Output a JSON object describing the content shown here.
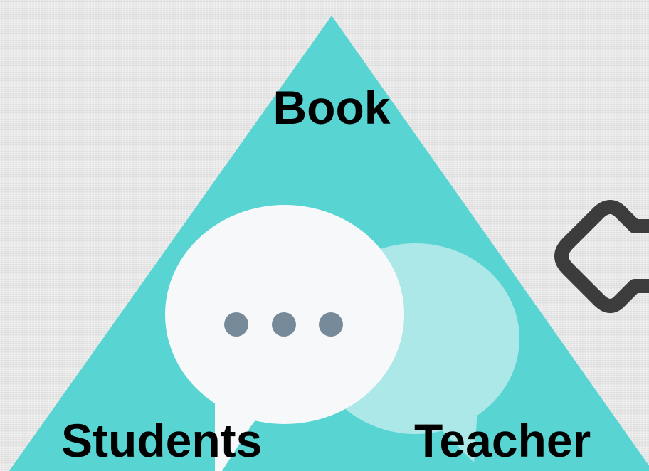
{
  "diagram": {
    "top_label": "Book",
    "bottom_left_label": "Students",
    "bottom_right_label": "Teacher"
  },
  "colors": {
    "triangle": "#58d4d3",
    "front_bubble": "#f7f8f9",
    "back_bubble": "#ace8e7",
    "dots": "#778a99",
    "arrow": "#3c3c3c"
  },
  "icons": {
    "center": "speech-bubbles-icon",
    "right_edge": "left-arrow-icon"
  }
}
